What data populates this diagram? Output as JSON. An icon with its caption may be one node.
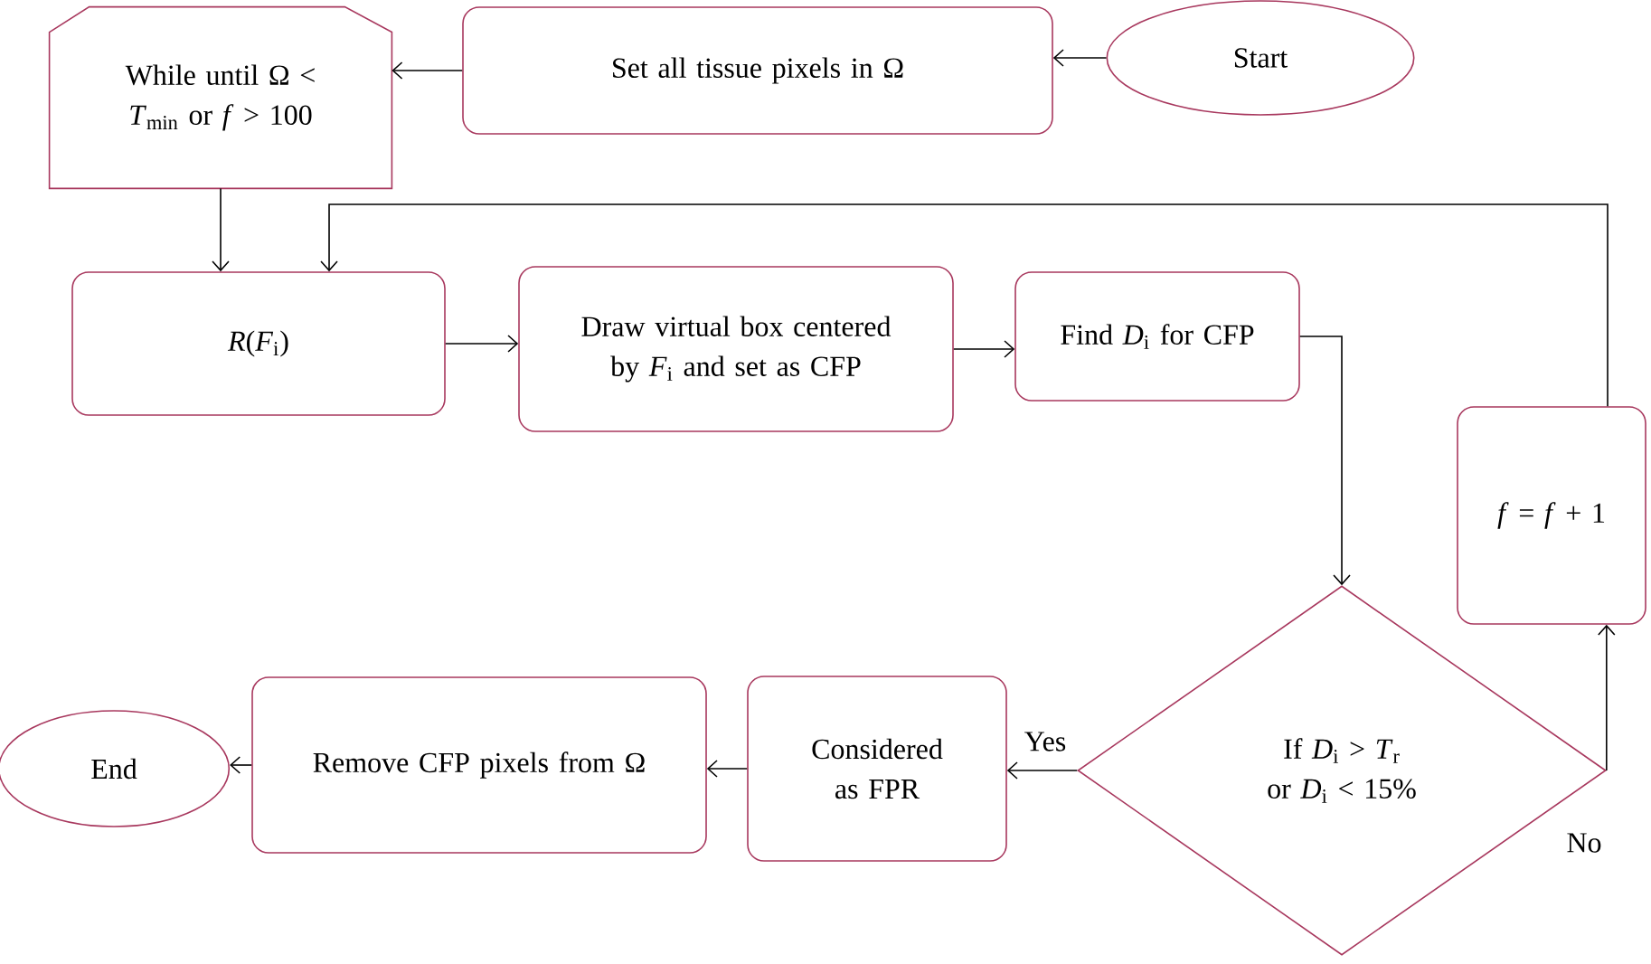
{
  "diagram": {
    "nodes": [
      {
        "text": [
          "Start"
        ]
      },
      {
        "text": [
          "Set all tissue pixels in Ω"
        ]
      },
      {
        "text": [
          "While until Ω < *T*$_{min}$ or *f* > 100"
        ]
      },
      {
        "text": [
          "*R*(*F*$_{i}$)"
        ]
      },
      {
        "text": [
          "Draw virtual box centered by *F*$_{i}$ and set as CFP"
        ]
      },
      {
        "text": [
          "Find *D*$_{i}$ for CFP"
        ]
      },
      {
        "text": [
          "If *D*$_{i}$ > *T*$_{r}$ or *D*$_{i}$ < 15%"
        ]
      },
      {
        "text": [
          "*f* = *f* + 1"
        ]
      },
      {
        "text": [
          "Considered as FPR"
        ]
      },
      {
        "text": [
          "Remove CFP pixels from Ω"
        ]
      },
      {
        "text": [
          "End"
        ]
      }
    ],
    "edges": [
      {
        "from": 0,
        "to": 1,
        "arrow": "to"
      },
      {
        "from": 1,
        "to": 2,
        "arrow": "to"
      },
      {
        "from": 2,
        "to": 3,
        "arrow": "to"
      },
      {
        "from": 3,
        "to": 4,
        "arrow": "to"
      },
      {
        "from": 4,
        "to": 5,
        "arrow": "to"
      },
      {
        "from": 5,
        "to": 6,
        "arrow": "to"
      },
      {
        "from": 6,
        "to": 8,
        "arrow": "to",
        "label": "Yes"
      },
      {
        "from": 6,
        "to": 7,
        "arrow": "to",
        "label": "No"
      },
      {
        "from": 7,
        "to": 3,
        "arrow": "to"
      },
      {
        "from": 8,
        "to": 9,
        "arrow": "to"
      },
      {
        "from": 9,
        "to": 10,
        "arrow": "to"
      }
    ]
  }
}
